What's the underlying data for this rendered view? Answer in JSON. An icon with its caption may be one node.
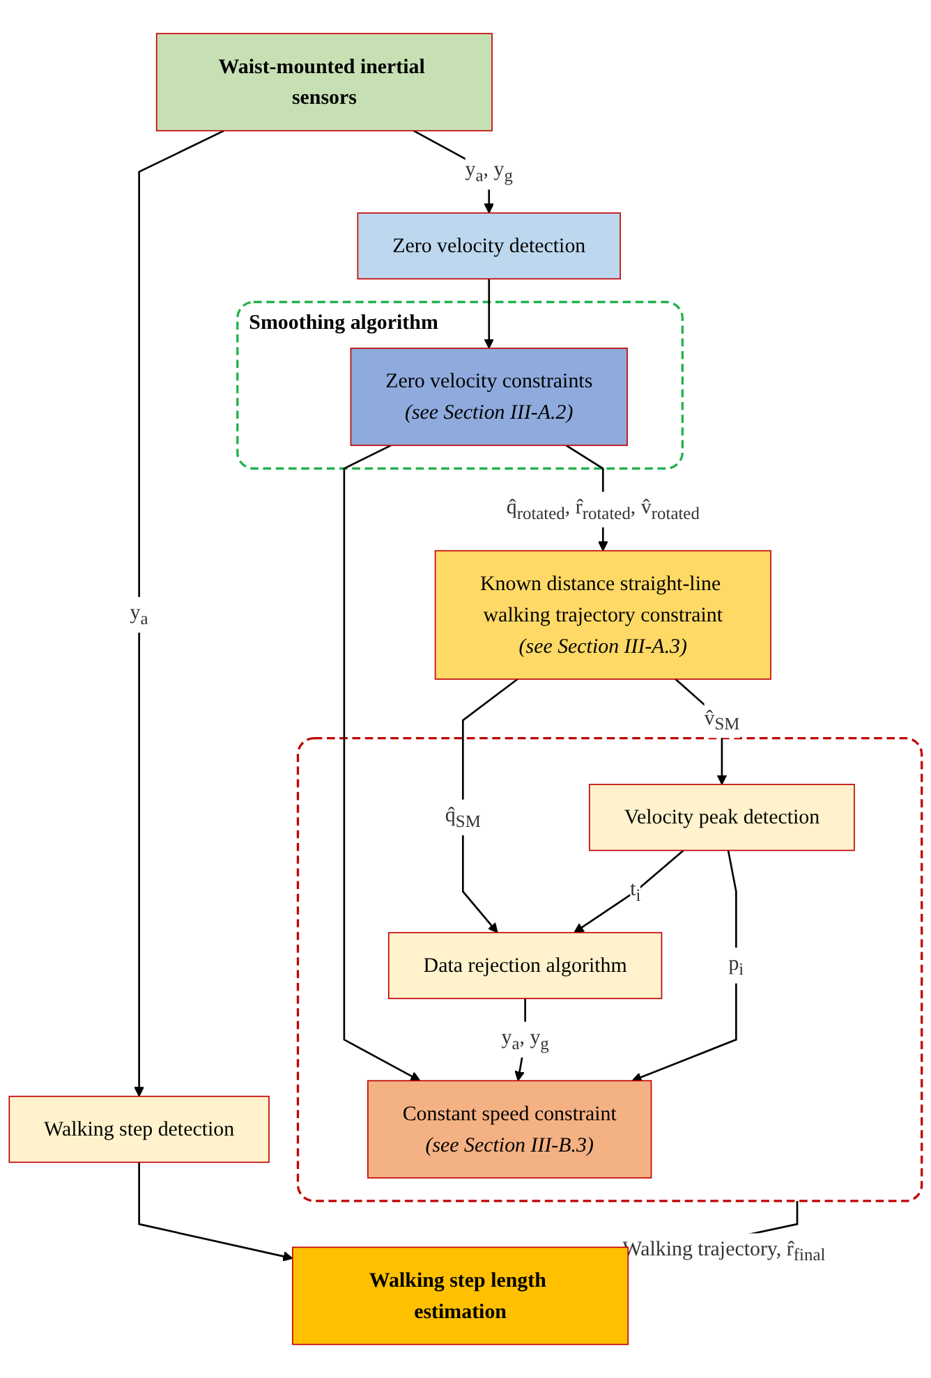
{
  "diagram": {
    "nodes": [
      {
        "text": [
          "Waist-mounted inertial sensors"
        ]
      },
      {
        "text": [
          "Walking step detection"
        ]
      },
      {
        "text": [
          "Zero velocity detection"
        ]
      },
      {
        "text": [],
        "beside": [
          "Smoothing algorithm"
        ],
        "shape": "box"
      },
      {
        "text": [
          "Zero velocity constraints",
          "(see Section III-A.2)"
        ],
        "in": 3
      },
      {
        "text": [],
        "shape": "box"
      },
      {
        "text": [
          "Known distance straight-line walking trajectory constraint",
          "(see Section III-A.3)"
        ]
      },
      {
        "text": [
          "Data rejection algorithm"
        ],
        "in": 5
      },
      {
        "text": [
          "Velocity peak detection"
        ],
        "in": 5
      },
      {
        "text": [
          "Constant speed constraint",
          "(see Section III-B.3)"
        ],
        "in": 5
      },
      {
        "text": [
          "Walking step length estimation"
        ]
      }
    ],
    "edges": [
      {
        "from": 0,
        "to": 1,
        "arrow": "to",
        "label": "y$_{a}$"
      },
      {
        "from": 0,
        "to": 2,
        "arrow": "to",
        "label": "y$_{a}$, y$_{g}$"
      },
      {
        "from": 2,
        "to": 4,
        "arrow": "to"
      },
      {
        "from": 4,
        "to": 6,
        "arrow": "to",
        "label": "q̂$_{rotated}$, r̂$_{rotated}$, v̂$_{rotated}$"
      },
      {
        "from": 4,
        "to": 9,
        "arrow": "to"
      },
      {
        "from": 6,
        "to": 7,
        "arrow": "to",
        "label": "q̂$_{SM}$"
      },
      {
        "from": 6,
        "to": 8,
        "arrow": "to",
        "label": "v̂$_{SM}$"
      },
      {
        "from": 8,
        "to": 7,
        "arrow": "to",
        "label": "t$_{i}$"
      },
      {
        "from": 7,
        "to": 9,
        "arrow": "to",
        "label": "y$_{a}$, y$_{g}$"
      },
      {
        "from": 8,
        "to": 9,
        "arrow": "to",
        "label": "p$_{i}$"
      },
      {
        "from": 5,
        "to": 10,
        "arrow": "to",
        "label": "Walking trajectory, r̂$_{final}$"
      },
      {
        "from": 1,
        "to": 10,
        "arrow": "to"
      }
    ]
  }
}
